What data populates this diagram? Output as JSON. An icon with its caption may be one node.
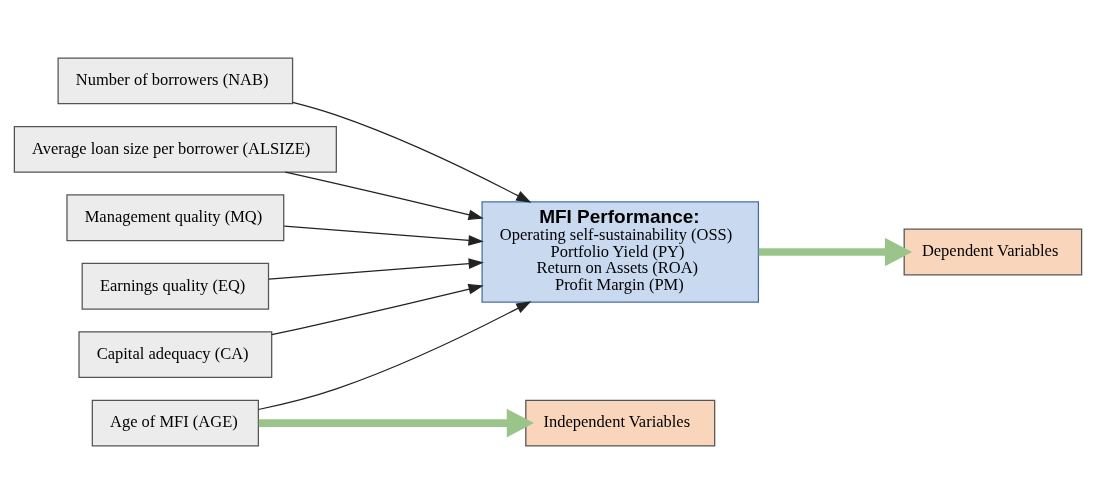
{
  "diagram": {
    "nodes": [
      {
        "text": [
          "Number of borrowers (NAB)"
        ]
      },
      {
        "text": [
          "Average loan size per borrower (ALSIZE)"
        ]
      },
      {
        "text": [
          "Management quality (MQ)"
        ]
      },
      {
        "text": [
          "Earnings quality (EQ)"
        ]
      },
      {
        "text": [
          "Capital adequacy (CA)"
        ]
      },
      {
        "text": [
          "Age of MFI (AGE)"
        ]
      },
      {
        "text": [
          "MFI Performance:",
          "Operating self-sustainability (OSS)",
          "Portfolio Yield (PY)",
          "Return on Assets (ROA)",
          "Profit Margin (PM)"
        ]
      },
      {
        "text": [
          "Independent Variables"
        ]
      },
      {
        "text": [
          "Dependent Variables"
        ]
      }
    ],
    "edges": [
      {
        "from": 0,
        "to": 6,
        "arrow": "to"
      },
      {
        "from": 1,
        "to": 6,
        "arrow": "to"
      },
      {
        "from": 2,
        "to": 6,
        "arrow": "to"
      },
      {
        "from": 3,
        "to": 6,
        "arrow": "to"
      },
      {
        "from": 4,
        "to": 6,
        "arrow": "to"
      },
      {
        "from": 5,
        "to": 6,
        "arrow": "to"
      },
      {
        "from": 5,
        "to": 7,
        "arrow": "to",
        "style": "thick",
        "color": "#9bc48a"
      },
      {
        "from": 6,
        "to": 8,
        "arrow": "to",
        "style": "thick",
        "color": "#9bc48a"
      }
    ]
  }
}
